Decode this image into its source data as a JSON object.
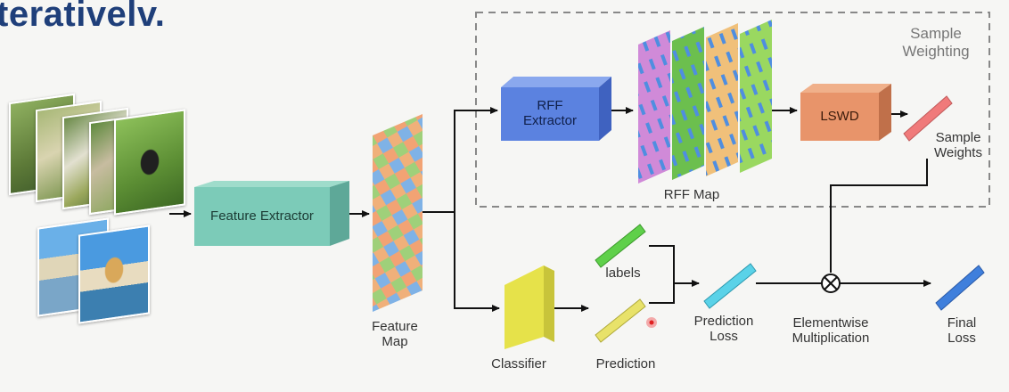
{
  "heading": "terativelv.",
  "section": {
    "title": "Sample\nWeighting"
  },
  "boxes": {
    "feature_extractor": "Feature Extractor",
    "rff_extractor": "RFF\nExtractor",
    "lswd": "LSWD",
    "classifier": "Classifier"
  },
  "labels": {
    "rff_map": "RFF Map",
    "sample_weights": "Sample\nWeights",
    "feature_map": "Feature\nMap",
    "labels": "labels",
    "prediction": "Prediction",
    "prediction_loss": "Prediction\nLoss",
    "elementwise": "Elementwise\nMultiplication",
    "final_loss": "Final\nLoss"
  },
  "colors": {
    "heading": "#1f3f7a",
    "feature_extractor": "#7ccbb8",
    "rff_extractor": "#5b82e0",
    "lswd": "#e8946a",
    "classifier": "#e6e24a",
    "labels_bar": "#5fd04a",
    "prediction_bar": "#e8e26a",
    "prediction_loss_bar": "#5ad2e8",
    "final_loss_bar": "#3f7fdc",
    "sample_weights_bar": "#f07a7a"
  }
}
